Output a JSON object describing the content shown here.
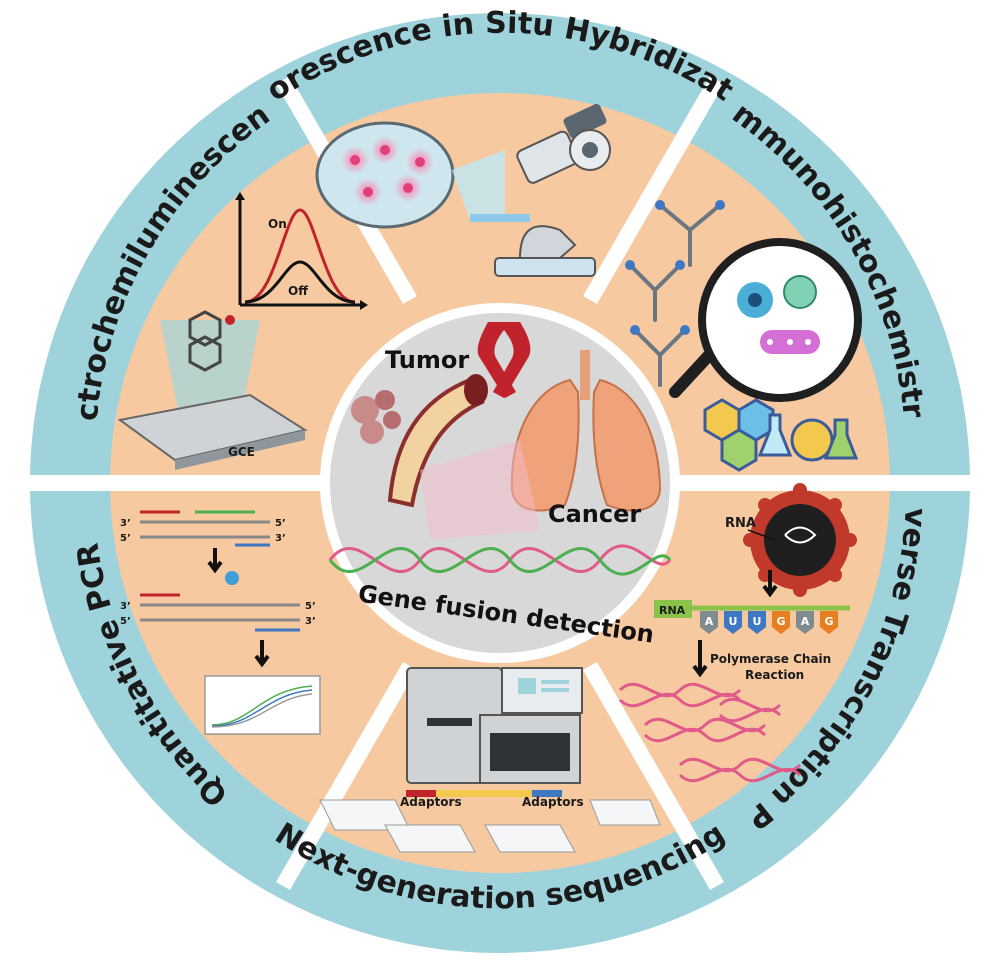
{
  "center": {
    "tumor": "Tumor",
    "cancer": "Cancer",
    "title": "Gene fusion detection"
  },
  "sections": {
    "fish": "Fluorescence in Situ Hybridization",
    "ihc": "Immunohistochemistry",
    "rtpcr": "Reverse Transcription PCR",
    "ngs": "Next-generation sequencing",
    "qpcr": "Quantitative PCR",
    "ecl": "Electrochemiluminescence"
  },
  "ecl": {
    "on": "On",
    "off": "Off",
    "electrode": "GCE"
  },
  "qpcr": {
    "p3a": "3’",
    "p5a": "5’",
    "p5b": "5’",
    "p3b": "3’",
    "p3c": "3’",
    "p5c": "5’",
    "p5d": "5’",
    "p3d": "3’"
  },
  "rtpcr": {
    "rna_virus": "RNA",
    "rna_strand": "RNA",
    "bases": [
      "A",
      "U",
      "U",
      "G",
      "A",
      "G"
    ],
    "polymerase": "Polymerase Chain",
    "reaction": "Reaction"
  },
  "ngs": {
    "adaptor_left": "Adaptors",
    "adaptor_right": "Adaptors"
  },
  "colors": {
    "ring": "#9ed3dc",
    "sector": "#f7c9a0",
    "center": "#d8d8d8",
    "red": "#c0232b",
    "green": "#4caf50",
    "pink": "#e05a8a"
  }
}
